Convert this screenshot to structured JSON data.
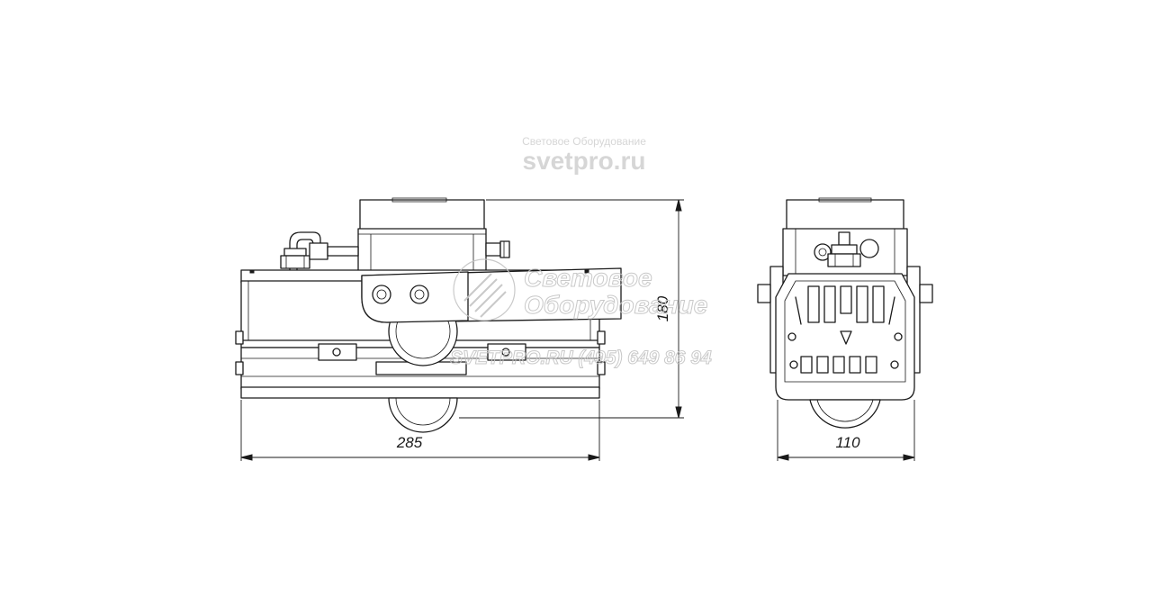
{
  "watermark": {
    "company": "Световое Оборудование",
    "site": "svetpro.ru",
    "overlay_line1": "Световое",
    "overlay_line2": "Оборудование",
    "overlay_line3": "SVETPRO.RU  (495) 649 86 94"
  },
  "dimensions": {
    "side_width": "285",
    "side_height": "180",
    "front_width": "110"
  },
  "colors": {
    "line": "#1a1a1a",
    "watermark": "#d6d6d6"
  }
}
